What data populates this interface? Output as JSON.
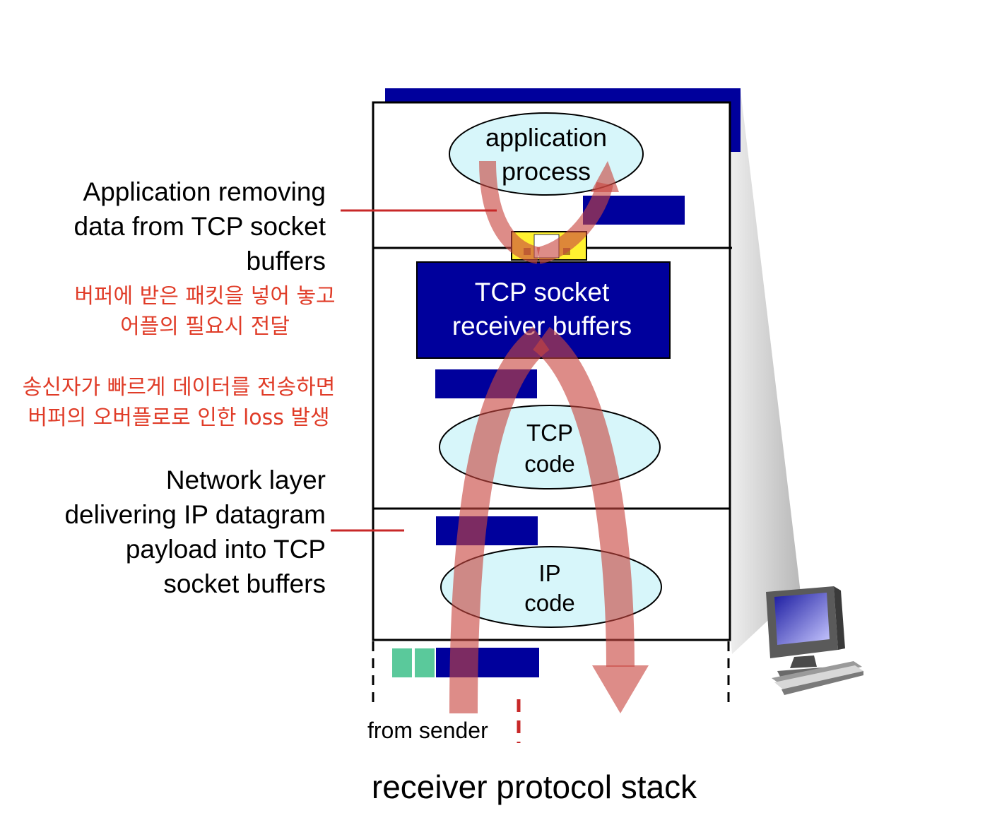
{
  "diagram": {
    "title": "receiver protocol stack",
    "app_layer": {
      "line1": "application",
      "line2": "process"
    },
    "tcp_buffer": {
      "line1": "TCP socket",
      "line2": "receiver buffers"
    },
    "tcp_code": {
      "line1": "TCP",
      "line2": "code"
    },
    "ip_code": {
      "line1": "IP",
      "line2": "code"
    },
    "from_sender": "from sender",
    "computer_icon": "desktop-computer-icon"
  },
  "annotations": {
    "app_removing": [
      "Application removing",
      "data from TCP socket",
      "buffers"
    ],
    "korean_buffer_note": [
      "버퍼에 받은 패킷을 넣어 놓고",
      "어플의 필요시 전달"
    ],
    "korean_overflow_note": [
      "송신자가 빠르게 데이터를 전송하면",
      "버퍼의 오버플로로 인한 loss 발생"
    ],
    "network_layer": [
      "Network layer",
      "delivering IP datagram",
      "payload into TCP",
      "socket buffers"
    ]
  },
  "colors": {
    "navy": "#00009c",
    "ellipse_fill": "#d7f6fa",
    "arrow": "#c8453f",
    "annotation_red": "#e03c28",
    "connector_red": "#c82828",
    "teal": "#5ac99b",
    "yellow": "#fff230"
  }
}
